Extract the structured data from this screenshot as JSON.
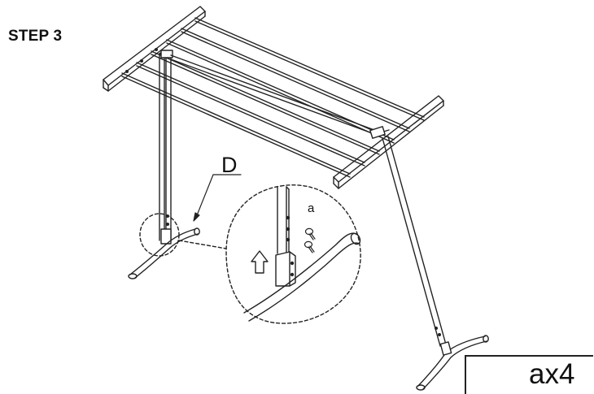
{
  "step": {
    "title": "STEP 3"
  },
  "callouts": {
    "detail_label": "D",
    "part_label": "a"
  },
  "parts": {
    "quantity_text": "ax4",
    "icon": "screw-icon"
  }
}
